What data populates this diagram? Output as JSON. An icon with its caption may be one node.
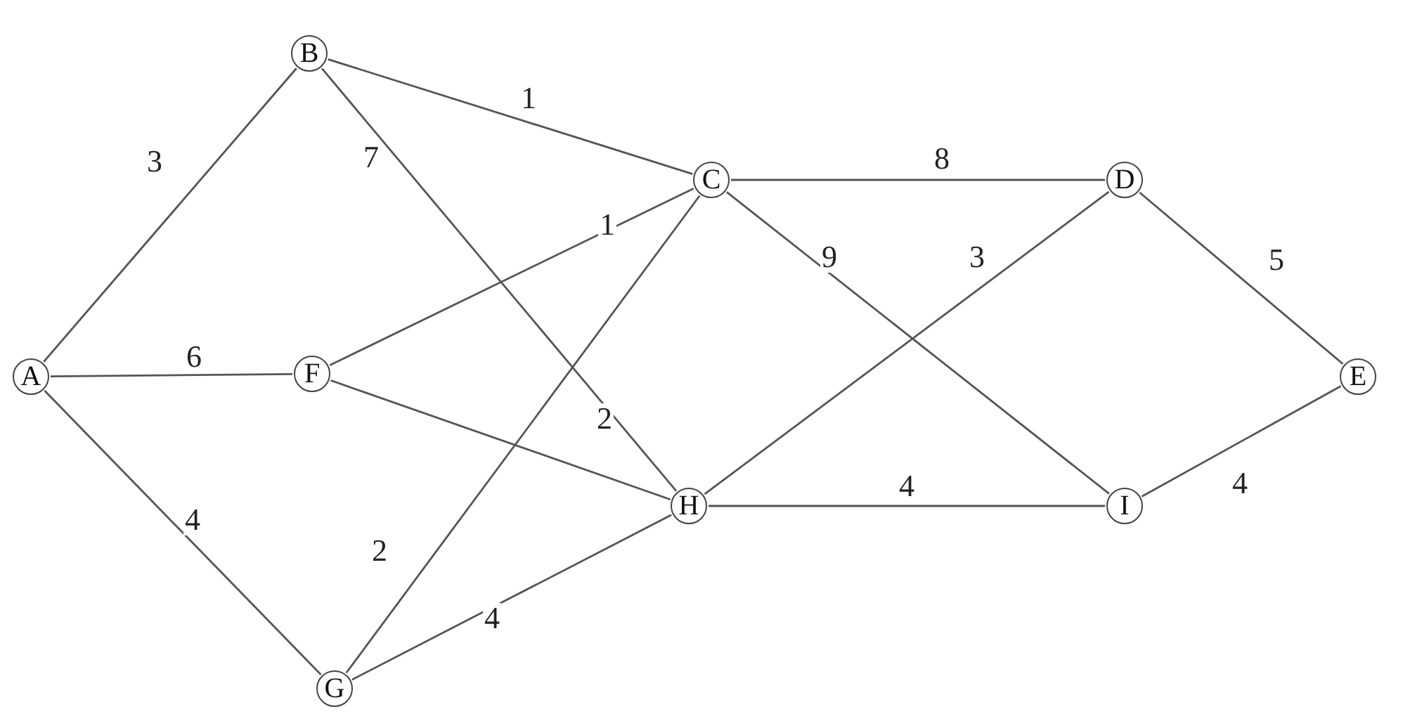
{
  "diagram": {
    "nodes": [
      {
        "text": [
          "A"
        ]
      },
      {
        "text": [
          "B"
        ]
      },
      {
        "text": [
          "C"
        ]
      },
      {
        "text": [
          "D"
        ]
      },
      {
        "text": [
          "E"
        ]
      },
      {
        "text": [
          "F"
        ]
      },
      {
        "text": [
          "G"
        ]
      },
      {
        "text": [
          "H"
        ]
      },
      {
        "text": [
          "I"
        ]
      }
    ],
    "edges": [
      {
        "from": 0,
        "to": 1,
        "arrow": "none",
        "label": "3"
      },
      {
        "from": 1,
        "to": 7,
        "arrow": "none",
        "label": "7"
      },
      {
        "from": 1,
        "to": 2,
        "arrow": "none",
        "label": "1"
      },
      {
        "from": 5,
        "to": 2,
        "arrow": "none",
        "label": "1"
      },
      {
        "from": 0,
        "to": 5,
        "arrow": "none",
        "label": "6"
      },
      {
        "from": 5,
        "to": 7,
        "arrow": "none",
        "label": "2"
      },
      {
        "from": 0,
        "to": 6,
        "arrow": "none",
        "label": "4"
      },
      {
        "from": 6,
        "to": 2,
        "arrow": "none",
        "label": "2"
      },
      {
        "from": 6,
        "to": 7,
        "arrow": "none",
        "label": "4"
      },
      {
        "from": 2,
        "to": 3,
        "arrow": "none",
        "label": "8"
      },
      {
        "from": 2,
        "to": 8,
        "arrow": "none",
        "label": "9"
      },
      {
        "from": 7,
        "to": 3,
        "arrow": "none",
        "label": "3"
      },
      {
        "from": 7,
        "to": 8,
        "arrow": "none",
        "label": "4"
      },
      {
        "from": 3,
        "to": 4,
        "arrow": "none",
        "label": "5"
      },
      {
        "from": 8,
        "to": 4,
        "arrow": "none",
        "label": "4"
      }
    ]
  }
}
